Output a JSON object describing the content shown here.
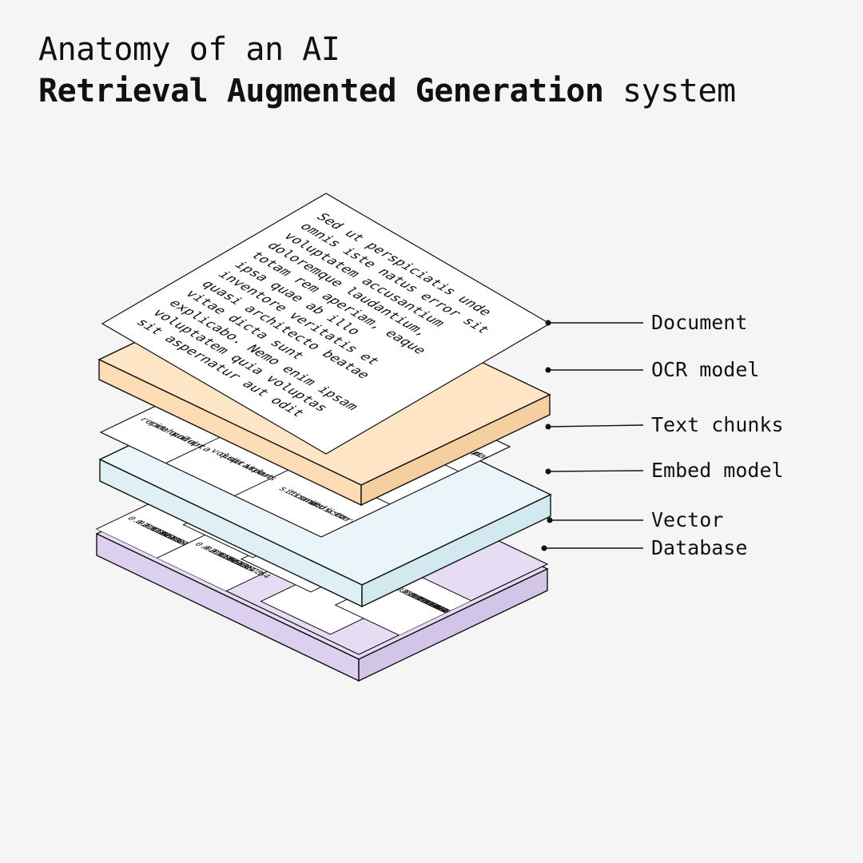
{
  "title": {
    "line1": "Anatomy of an AI",
    "line2_bold": "Retrieval Augmented Generation",
    "line2_rest": " system"
  },
  "layers": [
    {
      "id": "document",
      "label": "Document",
      "color": "#ffffff"
    },
    {
      "id": "ocr",
      "label": "OCR model",
      "color": "#fde5c6"
    },
    {
      "id": "chunks",
      "label": "Text chunks",
      "color": "#ffffff"
    },
    {
      "id": "embed",
      "label": "Embed model",
      "color": "#e6f4f8"
    },
    {
      "id": "vector",
      "label": "Vector",
      "color": "#ffffff"
    },
    {
      "id": "database",
      "label": "Database",
      "color": "#e6dcf4"
    }
  ],
  "document_text": [
    "Sed ut perspiciatis unde",
    "omnis iste natus error sit",
    "voluptatem accusantium",
    "doloremque laudantium,",
    "totam rem aperiam, eaque",
    "ipsa quae ab illo",
    "inventore veritatis et",
    "quasi architecto beatae",
    "vitae dicta sunt",
    "explicabo. Nemo enim ipsam",
    "voluptatem quia voluptas",
    "sit aspernatur aut odit"
  ],
  "chunks": [
    [
      "reprehende",
      "rit qui in",
      "ea volupta"
    ],
    [
      "voluptatem",
      "quia volut",
      "si ispams"
    ],
    [
      "sit una",
      "tis indicta",
      "omnis iste",
      "natus error"
    ],
    [
      "autem",
      "iure",
      "rehende",
      "qui in",
      "olupta"
    ],
    [
      "enim",
      "am sit",
      "ptatem",
      "volut",
      "ispams"
    ]
  ],
  "vectors": [
    [
      "0.022156013",
      "0.012393684",
      "0.009689673",
      "0.022721754"
    ],
    [
      "0.033999066",
      "0.022229564",
      "0.022156013",
      "0.012393684",
      "0.009689673",
      "0.022721754"
    ]
  ]
}
